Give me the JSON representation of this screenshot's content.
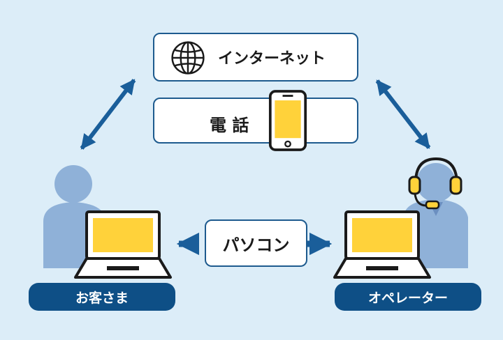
{
  "internet_label": "インターネット",
  "phone_label": "電 話",
  "pc_label": "パソコン",
  "customer_label": "お客さま",
  "operator_label": "オペレーター",
  "colors": {
    "background": "#dcedf8",
    "navy": "#0e4f86",
    "arrow": "#1a5e9a",
    "person": "#8fb1d8",
    "screen": "#ffd23a",
    "outline": "#1a1a1a"
  },
  "icons": [
    "globe-icon",
    "smartphone-icon",
    "customer-person-icon",
    "operator-person-icon",
    "headset-icon",
    "laptop-icon",
    "double-arrow-icon"
  ]
}
